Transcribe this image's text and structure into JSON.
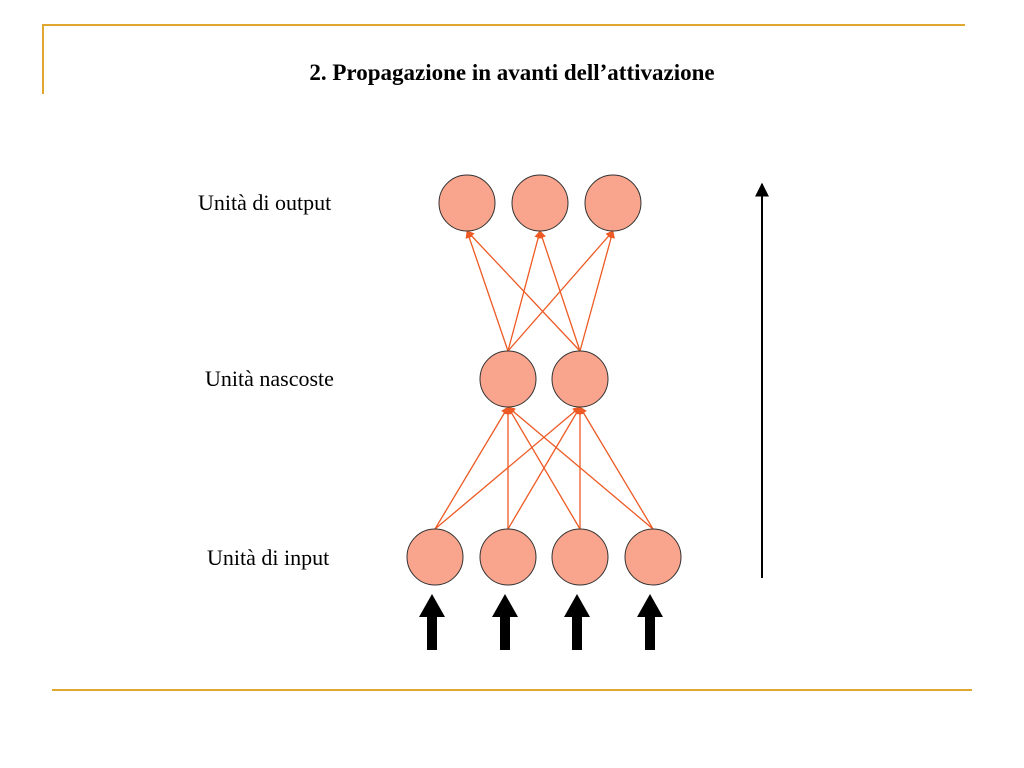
{
  "title": "2. Propagazione in avanti dell’attivazione",
  "layers": {
    "output": {
      "label": "Unità di output",
      "count": 3
    },
    "hidden": {
      "label": "Unità nascoste",
      "count": 2
    },
    "input": {
      "label": "Unità di input",
      "count": 4
    }
  },
  "colors": {
    "accent_frame": "#e0a82e",
    "node_fill": "#f9a48c",
    "node_stroke": "#333333",
    "connection": "#ee5a24",
    "arrow": "#000000"
  },
  "icons": {
    "input_arrows": "arrow-up-icon",
    "direction_arrow": "long-arrow-up-icon"
  }
}
